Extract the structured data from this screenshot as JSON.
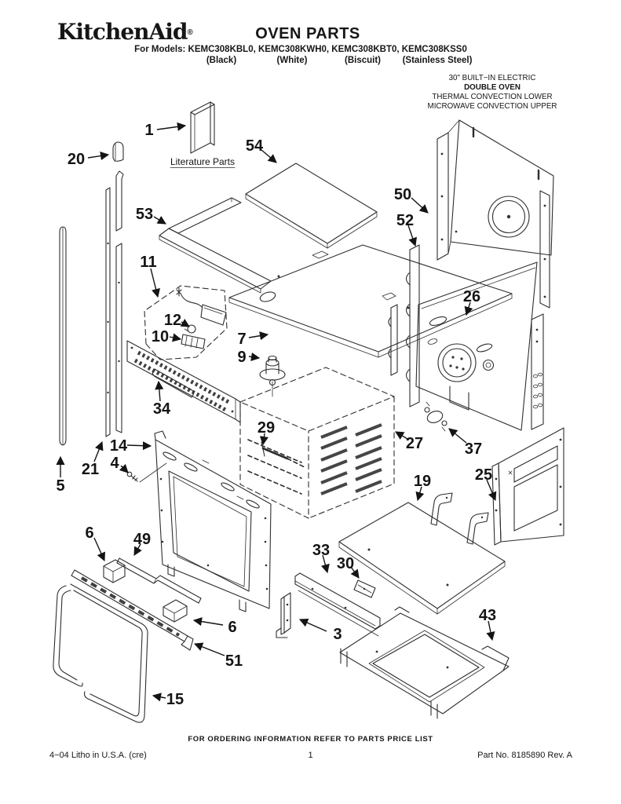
{
  "header": {
    "brand": "KitchenAid",
    "registered_mark": "®",
    "title": "OVEN PARTS",
    "models_line": "For Models: KEMC308KBL0, KEMC308KWH0, KEMC308KBT0, KEMC308KSS0",
    "finishes": [
      "(Black)",
      "(White)",
      "(Biscuit)",
      "(Stainless Steel)"
    ],
    "description_lines": [
      "30\" BUILT−IN ELECTRIC",
      "DOUBLE OVEN",
      "THERMAL CONVECTION LOWER",
      "MICROWAVE CONVECTION UPPER"
    ]
  },
  "diagram": {
    "literature_label": "Literature Parts",
    "callouts": {
      "c1": "1",
      "c20": "20",
      "c54": "54",
      "c53": "53",
      "c50": "50",
      "c52": "52",
      "c11": "11",
      "c26": "26",
      "c12": "12",
      "c10": "10",
      "c7": "7",
      "c9": "9",
      "c34": "34",
      "c29": "29",
      "c27": "27",
      "c37": "37",
      "c14": "14",
      "c4": "4",
      "c21": "21",
      "c5": "5",
      "c25": "25",
      "c19": "19",
      "c6a": "6",
      "c49": "49",
      "c33": "33",
      "c30": "30",
      "c6b": "6",
      "c3": "3",
      "c51": "51",
      "c15": "15",
      "c43": "43"
    }
  },
  "footer": {
    "ordering_note": "FOR ORDERING INFORMATION REFER TO PARTS PRICE LIST",
    "litho_note": "4−04 Litho in U.S.A. (cre)",
    "page_number": "1",
    "part_number": "Part No. 8185890 Rev. A"
  }
}
